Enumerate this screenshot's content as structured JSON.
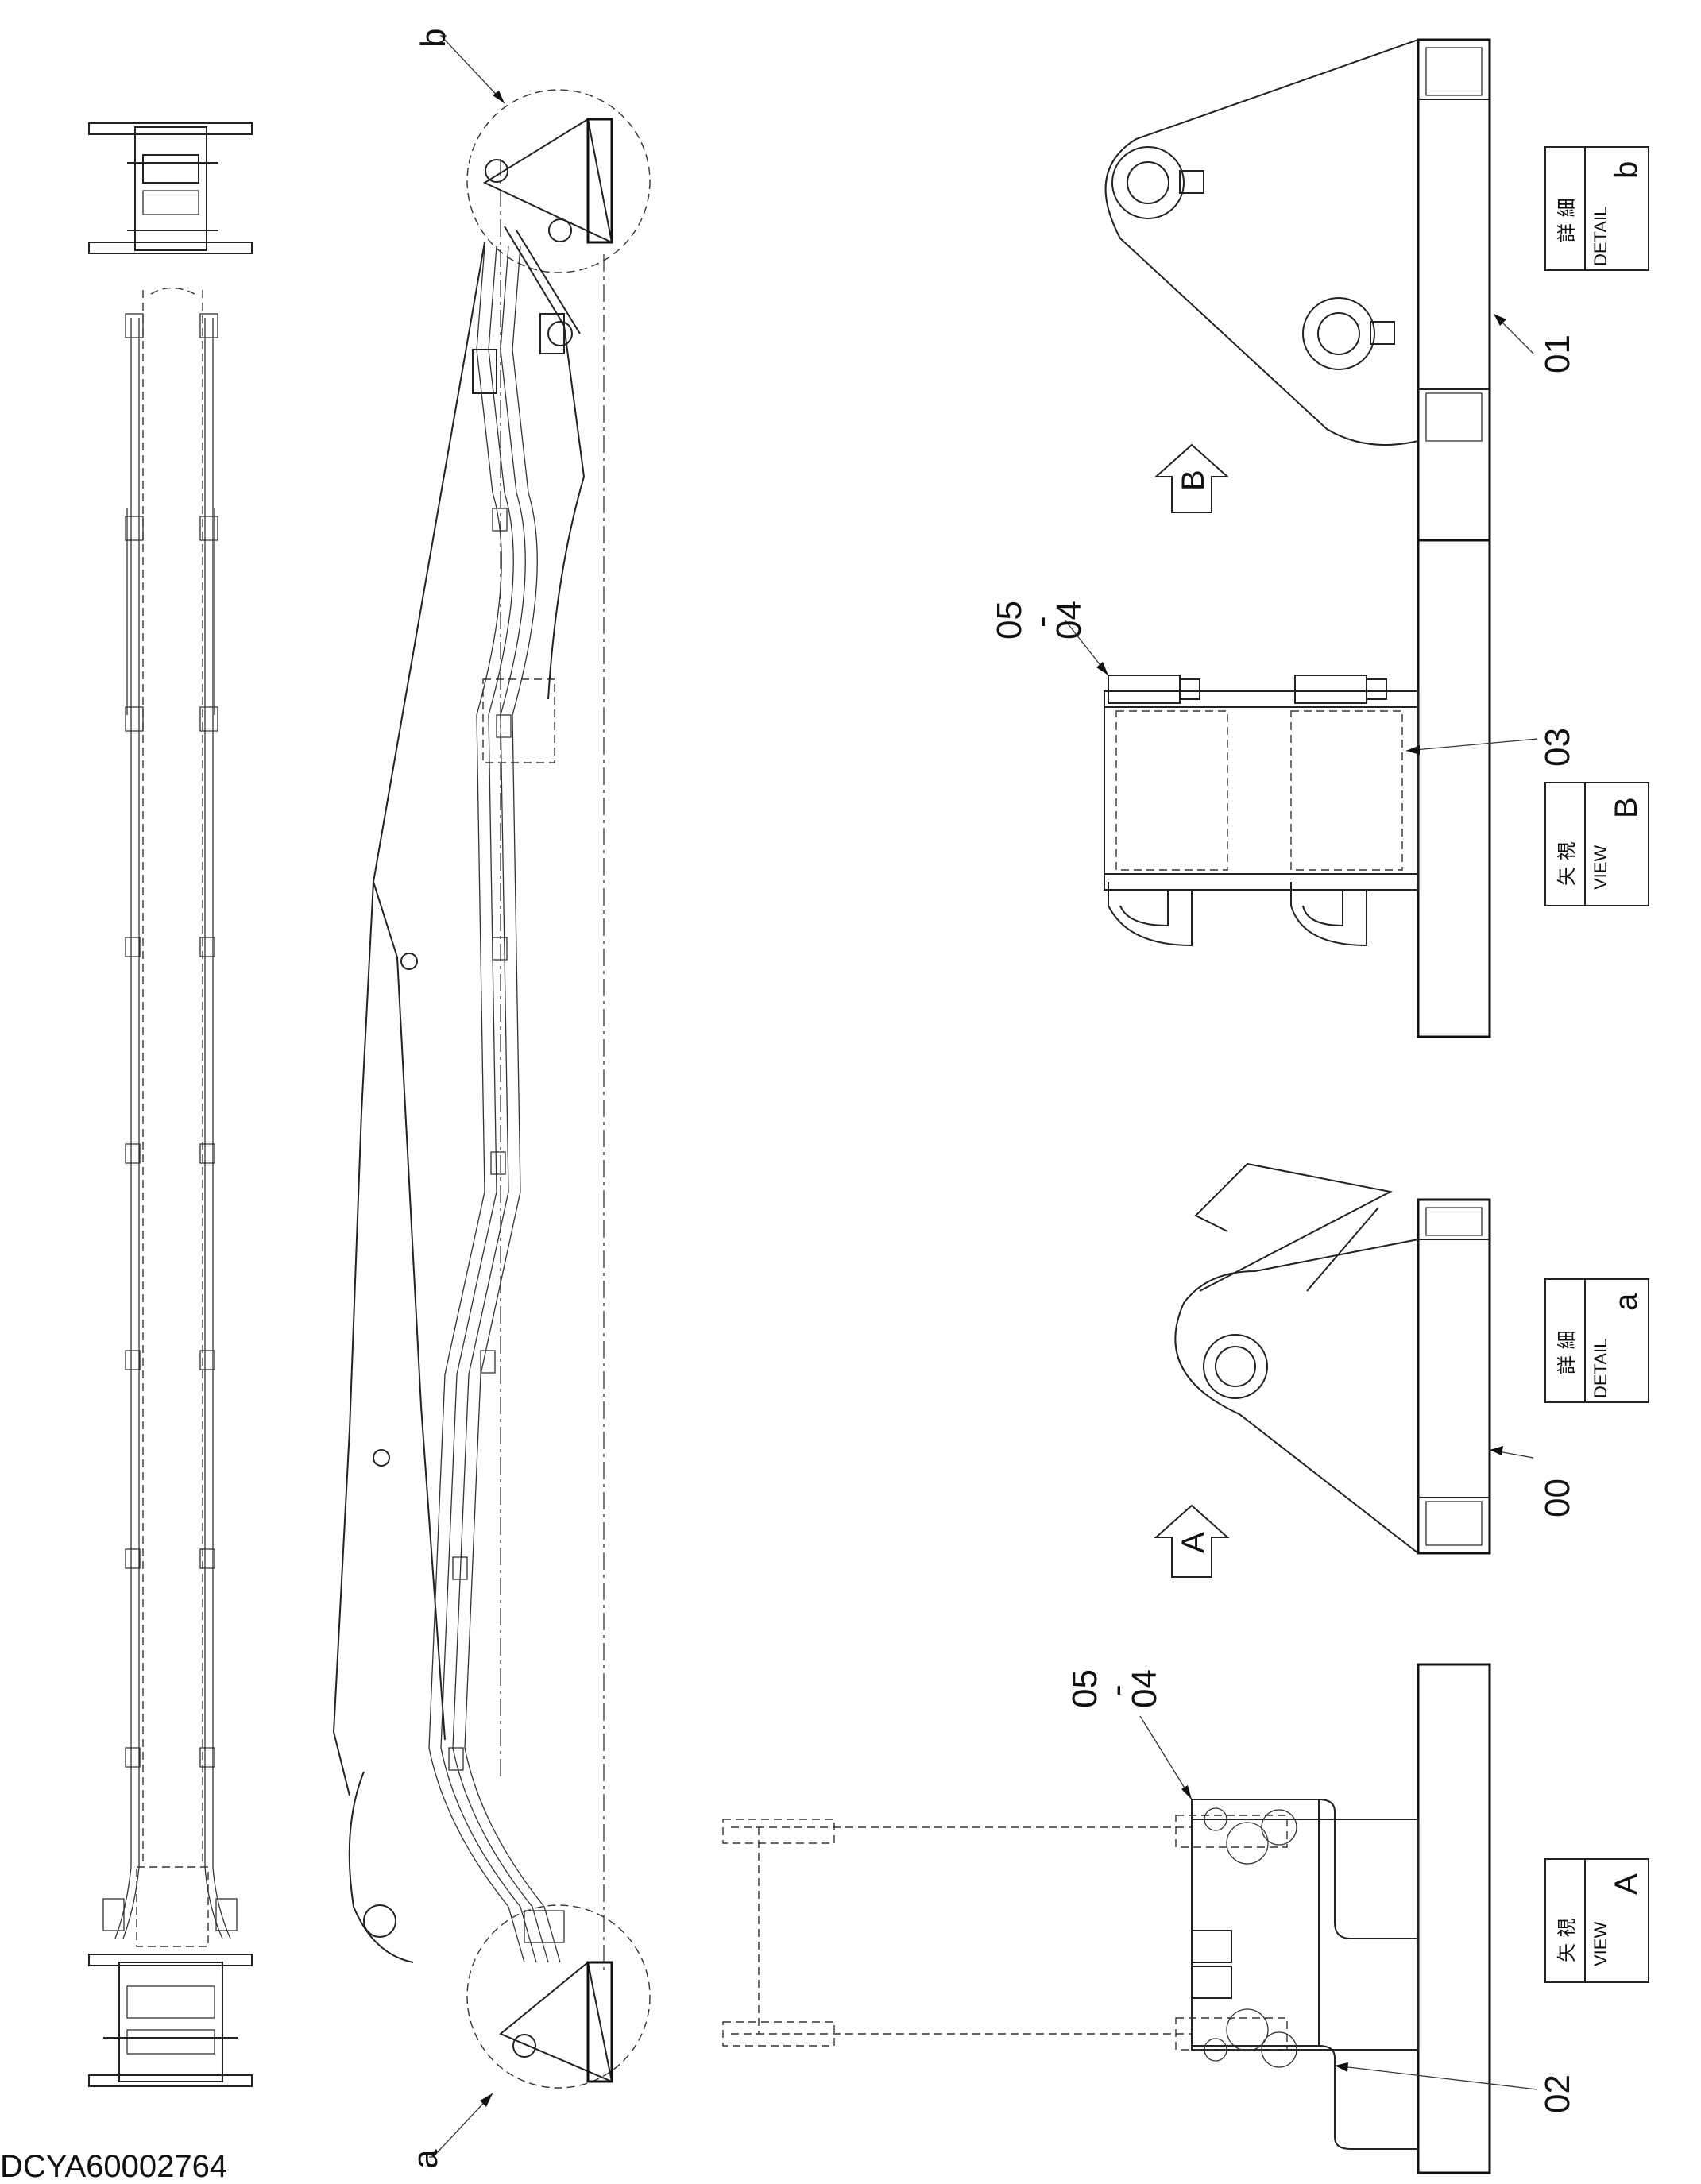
{
  "drawing_code": "DCYA60002764",
  "detail_circles": {
    "top": "b",
    "bottom": "a"
  },
  "view_arrows": {
    "upper": "B",
    "lower": "A"
  },
  "title_blocks": [
    {
      "id": "detail_b",
      "kanji": "詳 細",
      "label": "DETAIL",
      "letter": "b"
    },
    {
      "id": "view_b",
      "kanji": "矢 視",
      "label": "VIEW",
      "letter": "B"
    },
    {
      "id": "detail_a",
      "kanji": "詳 細",
      "label": "DETAIL",
      "letter": "a"
    },
    {
      "id": "view_a",
      "kanji": "矢 視",
      "label": "VIEW",
      "letter": "A"
    }
  ],
  "part_numbers": {
    "p00": "00",
    "p01": "01",
    "p02": "02",
    "p03": "03",
    "p05_04_upper": "05\n-\n04",
    "p05_04_lower": "05\n-\n04"
  }
}
